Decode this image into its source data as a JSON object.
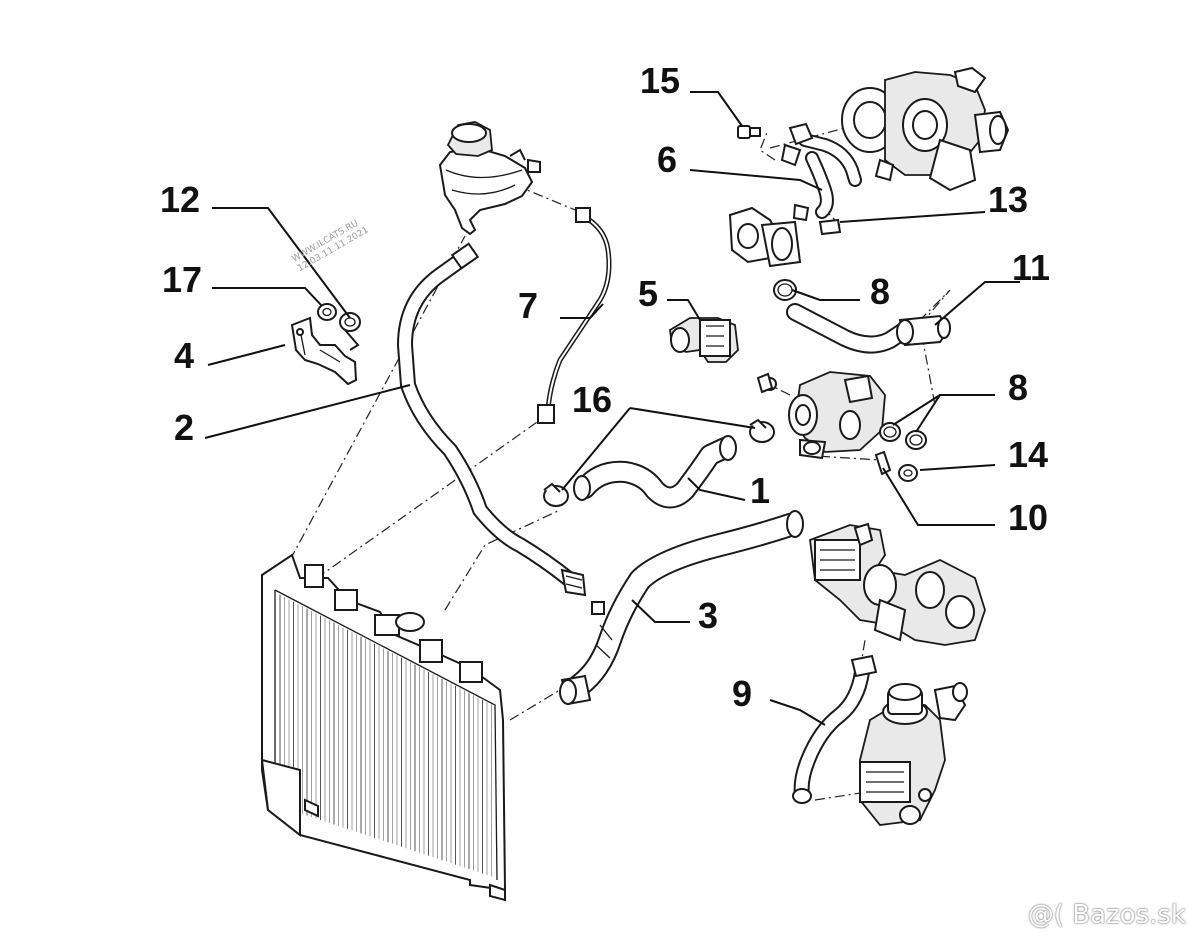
{
  "callouts": [
    {
      "id": "c15",
      "text": "15"
    },
    {
      "id": "c6",
      "text": "6"
    },
    {
      "id": "c13",
      "text": "13"
    },
    {
      "id": "c12",
      "text": "12"
    },
    {
      "id": "c11",
      "text": "11"
    },
    {
      "id": "c17",
      "text": "17"
    },
    {
      "id": "c7",
      "text": "7"
    },
    {
      "id": "c5",
      "text": "5"
    },
    {
      "id": "c8a",
      "text": "8"
    },
    {
      "id": "c4",
      "text": "4"
    },
    {
      "id": "c8b",
      "text": "8"
    },
    {
      "id": "c16",
      "text": "16"
    },
    {
      "id": "c2",
      "text": "2"
    },
    {
      "id": "c14",
      "text": "14"
    },
    {
      "id": "c1",
      "text": "1"
    },
    {
      "id": "c10",
      "text": "10"
    },
    {
      "id": "c3",
      "text": "3"
    },
    {
      "id": "c9",
      "text": "9"
    }
  ],
  "stamp": {
    "line1": "WWW.ILCATS.RU",
    "line2": "12.03.11.11.2021"
  },
  "watermark": {
    "text": "@( Bazos.sk",
    "icon": "bazos-logo-icon"
  }
}
